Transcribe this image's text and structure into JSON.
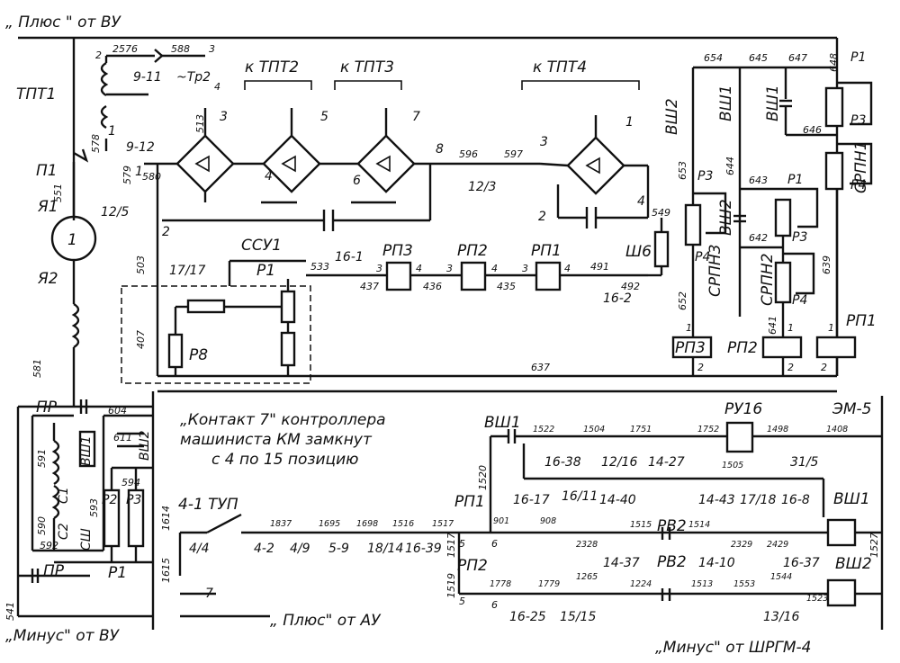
{
  "labels": {
    "plus_vu": "„ Плюс \" от ВУ",
    "minus_vu": "„Минус\" от ВУ",
    "plus_au": "„ Плюс\" от АУ",
    "minus_shrgm": "„Минус\" от ШРГМ-4",
    "contact_note_1": "„Контакт 7\" контроллера",
    "contact_note_2": "машиниста КМ замкнут",
    "contact_note_3": "с 4 по 15 позицию",
    "tpt1": "ТПТ1",
    "k_tpt2": "к ТПТ2",
    "k_tpt3": "к ТПТ3",
    "k_tpt4": "к ТПТ4",
    "p1": "П1",
    "ya1": "Я1",
    "ya2": "Я2",
    "motor": "1",
    "ssu1": "ССУ1",
    "p1_res": "Р1",
    "p8": "Р8",
    "rp3": "РП3",
    "rp2": "РП2",
    "rp1": "РП1",
    "sh6": "Ш6",
    "pr_top": "ПР",
    "pr_bot": "ПР",
    "c1": "С1",
    "c2": "С2",
    "vsh1": "ВШ1",
    "vsh2": "ВШ2",
    "ssh": "СШ",
    "p2": "Р2",
    "p3": "Р3",
    "p1_bot": "Р1",
    "tup": "4-1 ТУП",
    "ru16": "РУ16",
    "em5": "ЭМ-5",
    "rv2_a": "РВ2",
    "rv2_b": "РВ2",
    "srpn1": "СРПН1",
    "srpn2": "СРПН2",
    "srpn3": "СРПН3"
  },
  "wires": {
    "n2576": "2576",
    "n588": "588",
    "n3": "3",
    "n4": "4",
    "n2": "2",
    "n9_11": "9-11",
    "tp2": "~Тр2",
    "n513": "513",
    "n3b": "3",
    "n5": "5",
    "n7": "7",
    "n1": "1",
    "n578": "578",
    "n9_12": "9-12",
    "n1b": "1",
    "n8": "8",
    "n596": "596",
    "n597": "597",
    "n12_3": "12/3",
    "n3c": "3",
    "n1c": "1",
    "n4b": "4",
    "n6": "6",
    "n2b": "2",
    "n4c": "4",
    "n549": "549",
    "n579": "579",
    "n580": "580",
    "n12_5": "12/5",
    "n551": "551",
    "n503": "503",
    "n2c": "2",
    "n17_17": "17/17",
    "n533": "533",
    "n16_1": "16-1",
    "n3d": "3",
    "n437": "437",
    "n4d": "4",
    "n3e": "3",
    "n436": "436",
    "n4e": "4",
    "n3f": "3",
    "n435": "435",
    "n4f": "4",
    "n491": "491",
    "n492": "492",
    "n16_2": "16-2",
    "n407": "407",
    "n581": "581",
    "n637": "637",
    "n604": "604",
    "n591": "591",
    "n611": "611",
    "n593": "593",
    "n594": "594",
    "n590": "590",
    "n592": "592",
    "n541": "541",
    "n654": "654",
    "n645": "645",
    "n647": "647",
    "n648": "648",
    "n653": "653",
    "n644": "644",
    "n646": "646",
    "n643": "643",
    "n642": "642",
    "n652": "652",
    "n641": "641",
    "n639": "639",
    "p1r": "Р1",
    "p3r": "Р3",
    "p4r": "Р4",
    "p3m": "Р3",
    "p4m": "Р4",
    "p1m": "Р1",
    "p3n": "Р3",
    "p4n": "Р4",
    "vsh2r": "ВШ2",
    "vsh1r": "ВШ1",
    "vsh1r2": "ВШ1",
    "vsh2r2": "ВШ2",
    "n1_rp3": "1",
    "n2_rp3": "2",
    "n1_rp2": "1",
    "n2_rp2": "2",
    "n1_rp1": "1",
    "n2_rp1": "2",
    "rp3r": "РП3",
    "rp2r": "РП2",
    "rp1r": "РП1",
    "n1522": "1522",
    "n1504": "1504",
    "n1751": "1751",
    "n1752": "1752",
    "n1498": "1498",
    "n1408": "1408",
    "n16_38": "16-38",
    "n12_16": "12/16",
    "n14_27": "14-27",
    "n1505": "1505",
    "n31_5": "31/5",
    "n1520": "1520",
    "vsh1b": "ВШ1",
    "n1614": "1614",
    "n4_4": "4/4",
    "n1615": "1615",
    "n7b": "7",
    "n1837": "1837",
    "n1695": "1695",
    "n1698": "1698",
    "n1516": "1516",
    "n1517": "1517",
    "n4_2": "4-2",
    "n4_9": "4/9",
    "n5_9": "5-9",
    "n18_14": "18/14",
    "n16_39": "16-39",
    "rp1b": "РП1",
    "n5b": "5",
    "n901": "901",
    "n16_17": "16-17",
    "n16_11": "16/11",
    "n14_40": "14-40",
    "n14_43": "14-43",
    "n17_18": "17/18",
    "n16_8": "16-8",
    "vsh1c": "ВШ1",
    "n6b": "6",
    "n908": "908",
    "n2328": "2328",
    "n1515": "1515",
    "n1514": "1514",
    "n2329": "2329",
    "n2429": "2429",
    "n1527": "1527",
    "rp2b": "РП2",
    "n5c": "5",
    "n1519": "1519",
    "n14_37": "14-37",
    "n14_10": "14-10",
    "n16_37": "16-37",
    "vsh2b": "ВШ2",
    "n1778": "1778",
    "n1779": "1779",
    "n1265": "1265",
    "n1224": "1224",
    "n1513": "1513",
    "n1553": "1553",
    "n1544": "1544",
    "n6c": "6",
    "n16_25": "16-25",
    "n15_15": "15/15",
    "n13_16": "13/16",
    "n1523": "1523"
  }
}
